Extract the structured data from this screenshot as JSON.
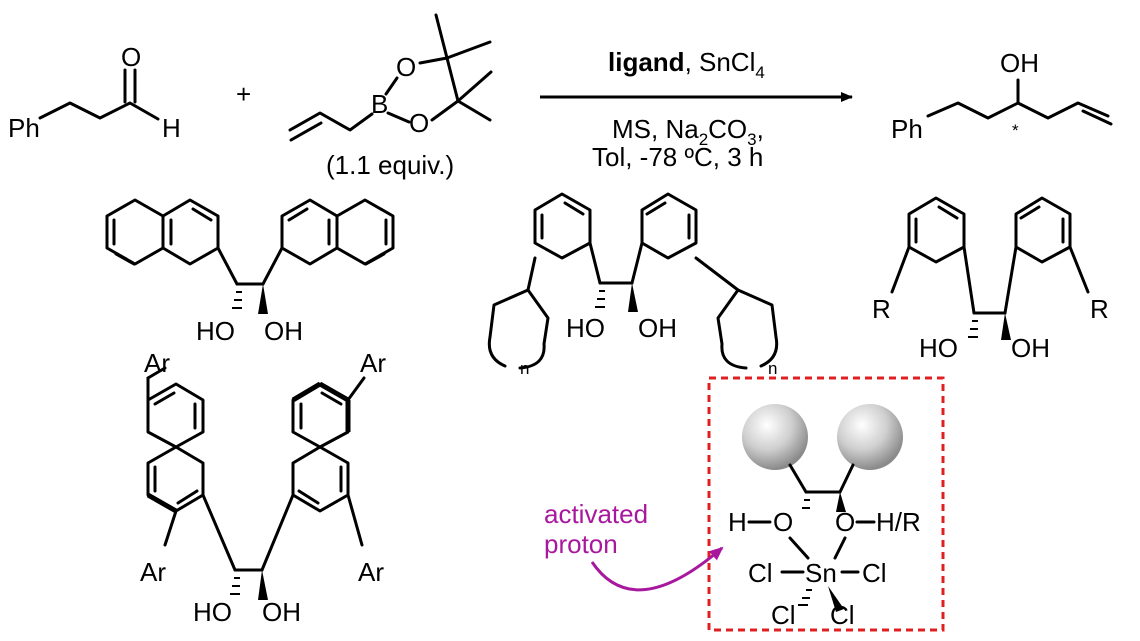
{
  "reaction": {
    "aldehyde": {
      "ph": "Ph",
      "o": "O",
      "h": "H"
    },
    "plus": "+",
    "boronate": {
      "b": "B",
      "o": "O",
      "equiv": "(1.1 equiv.)"
    },
    "conditions": {
      "ligand_bold": "ligand",
      "ligand_rest": ", SnCl",
      "ligand_sub": "4",
      "line2_a": "MS, Na",
      "line2_sub": "2",
      "line2_b": "CO",
      "line2_sub2": "3",
      "line2_c": ",",
      "line3": "Tol,  -78 ºC, 3 h"
    },
    "product": {
      "ph": "Ph",
      "oh": "OH",
      "star": "*"
    }
  },
  "ligands": {
    "naphthyl": {
      "ho": "HO",
      "oh": "OH"
    },
    "cycloalkyl": {
      "ho": "HO",
      "oh": "OH",
      "n": "n"
    },
    "substituted": {
      "r": "R",
      "ho": "HO",
      "oh": "OH"
    },
    "aryl_naphthyl": {
      "ar": "Ar",
      "ho": "HO",
      "oh": "OH"
    }
  },
  "complex": {
    "h_left": "H",
    "o_left": "O",
    "o_right": "O",
    "h_right": "H/R",
    "sn": "Sn",
    "cl": "Cl",
    "border_color": "#e02020"
  },
  "annotation": {
    "line1": "activated",
    "line2": "proton",
    "color": "#a8189e"
  }
}
